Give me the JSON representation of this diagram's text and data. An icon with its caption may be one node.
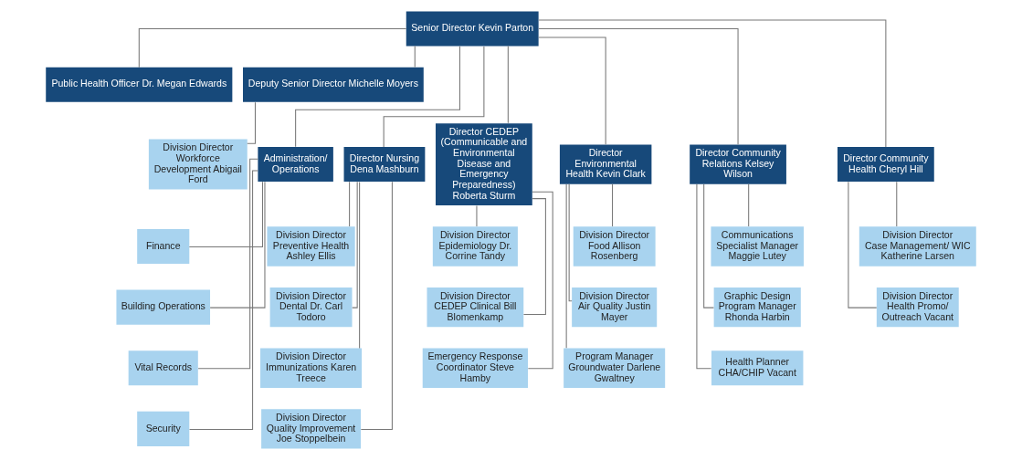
{
  "diagram": {
    "nodes": [
      {
        "text": [
          "Senior Director Kevin Parton"
        ]
      },
      {
        "text": [
          "Public Health Officer Dr. Megan Edwards"
        ]
      },
      {
        "text": [
          "Deputy Senior Director Michelle Moyers"
        ]
      },
      {
        "text": [
          "Administration/ Operations"
        ]
      },
      {
        "text": [
          "Director Nursing Dena Mashburn"
        ]
      },
      {
        "text": [
          "Director CEDEP (Communicable and Environmental Disease and Emergency Preparedness) Roberta Sturm"
        ]
      },
      {
        "text": [
          "Director Environmental Health Kevin Clark"
        ]
      },
      {
        "text": [
          "Director Community Relations Kelsey Wilson"
        ]
      },
      {
        "text": [
          "Director Community Health Cheryl Hill"
        ]
      },
      {
        "text": [
          "Finance"
        ]
      },
      {
        "text": [
          "Building Operations"
        ]
      },
      {
        "text": [
          "Vital Records"
        ]
      },
      {
        "text": [
          "Security"
        ]
      },
      {
        "text": [
          "Division Director Preventive Health Ashley Ellis"
        ]
      },
      {
        "text": [
          "Division Director Dental Dr. Carl Todoro"
        ]
      },
      {
        "text": [
          "Division Director Immunizations Karen Treece"
        ]
      },
      {
        "text": [
          "Division Director Quality Improvement Joe Stoppelbein"
        ]
      },
      {
        "text": [
          "Division Director Epidemiology Dr. Corrine Tandy"
        ]
      },
      {
        "text": [
          "Division Director CEDEP Clinical Bill Blomenkamp"
        ]
      },
      {
        "text": [
          "Emergency Response Coordinator Steve Hamby"
        ]
      },
      {
        "text": [
          "Division Director Food Allison Rosenberg"
        ]
      },
      {
        "text": [
          "Division Director Air Quality Justin Mayer"
        ]
      },
      {
        "text": [
          "Program Manager Groundwater Darlene Gwaltney"
        ]
      },
      {
        "text": [
          "Communications Specialist Manager Maggie Lutey"
        ]
      },
      {
        "text": [
          "Graphic Design Program Manager Rhonda Harbin"
        ]
      },
      {
        "text": [
          "Health Planner CHA/CHIP Vacant"
        ]
      },
      {
        "text": [
          "Division Director Case Management/ WIC Katherine Larsen"
        ]
      },
      {
        "text": [
          "Division Director Health Promo/ Outreach Vacant"
        ]
      },
      {
        "text": [
          "Division Director Workforce Development Abigail Ford"
        ]
      }
    ],
    "edges": [
      {
        "from": 0,
        "to": 1,
        "arrow": "none"
      },
      {
        "from": 0,
        "to": 2,
        "arrow": "none"
      },
      {
        "from": 0,
        "to": 3,
        "arrow": "none"
      },
      {
        "from": 0,
        "to": 4,
        "arrow": "none"
      },
      {
        "from": 0,
        "to": 5,
        "arrow": "none"
      },
      {
        "from": 0,
        "to": 6,
        "arrow": "none"
      },
      {
        "from": 0,
        "to": 7,
        "arrow": "none"
      },
      {
        "from": 0,
        "to": 8,
        "arrow": "none"
      },
      {
        "from": 2,
        "to": 28,
        "arrow": "none"
      },
      {
        "from": 3,
        "to": 9,
        "arrow": "none"
      },
      {
        "from": 3,
        "to": 10,
        "arrow": "none"
      },
      {
        "from": 3,
        "to": 11,
        "arrow": "none"
      },
      {
        "from": 3,
        "to": 12,
        "arrow": "none"
      },
      {
        "from": 4,
        "to": 13,
        "arrow": "none"
      },
      {
        "from": 4,
        "to": 14,
        "arrow": "none"
      },
      {
        "from": 4,
        "to": 15,
        "arrow": "none"
      },
      {
        "from": 4,
        "to": 16,
        "arrow": "none"
      },
      {
        "from": 5,
        "to": 17,
        "arrow": "none"
      },
      {
        "from": 5,
        "to": 18,
        "arrow": "none"
      },
      {
        "from": 5,
        "to": 19,
        "arrow": "none"
      },
      {
        "from": 6,
        "to": 20,
        "arrow": "none"
      },
      {
        "from": 6,
        "to": 21,
        "arrow": "none"
      },
      {
        "from": 6,
        "to": 22,
        "arrow": "none"
      },
      {
        "from": 7,
        "to": 23,
        "arrow": "none"
      },
      {
        "from": 7,
        "to": 24,
        "arrow": "none"
      },
      {
        "from": 7,
        "to": 25,
        "arrow": "none"
      },
      {
        "from": 8,
        "to": 26,
        "arrow": "none"
      },
      {
        "from": 8,
        "to": 27,
        "arrow": "none"
      }
    ]
  }
}
